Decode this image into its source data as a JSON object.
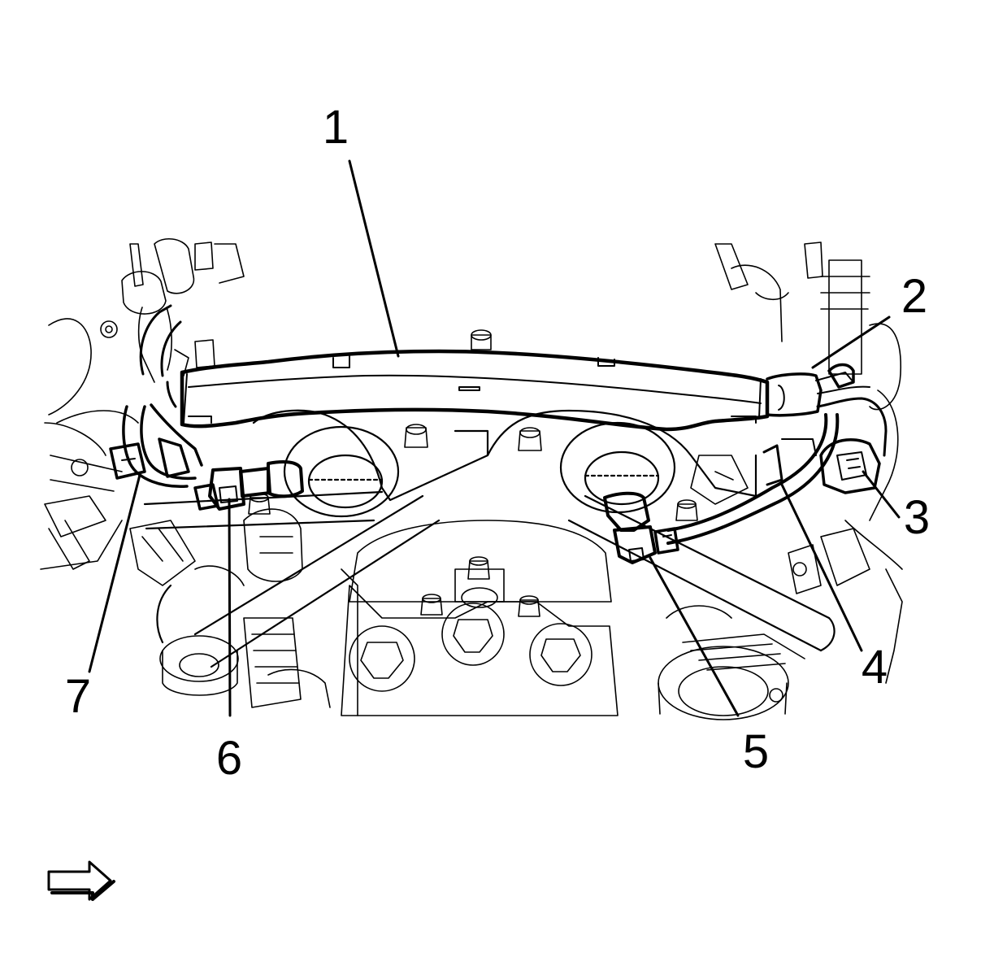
{
  "diagram": {
    "callouts": [
      "1",
      "2",
      "3",
      "4",
      "5",
      "6",
      "7"
    ],
    "icons": [
      "engine-illustration",
      "view-direction-arrow-icon"
    ],
    "colors": {
      "ink": "#000000",
      "background": "#ffffff"
    }
  }
}
